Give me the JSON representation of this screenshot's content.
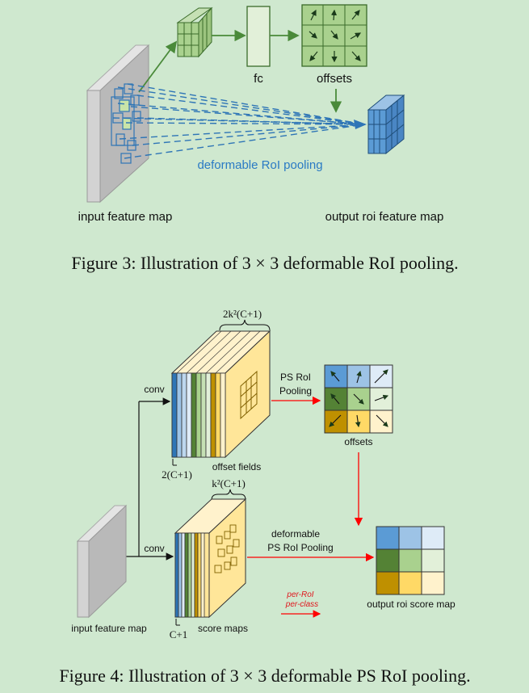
{
  "figure3": {
    "caption": "Figure 3: Illustration of 3 × 3 deformable RoI pooling.",
    "fc_label": "fc",
    "offsets_label": "offsets",
    "method_label": "deformable RoI pooling",
    "input_label": "input feature map",
    "output_label": "output roi feature map"
  },
  "figure4": {
    "caption": "Figure 4: Illustration of 3 × 3 deformable PS RoI pooling.",
    "top_dim_label": "2k²(C+1)",
    "conv_top_label": "conv",
    "conv_bottom_label": "conv",
    "ps_roi_label_line1": "PS RoI",
    "ps_roi_label_line2": "Pooling",
    "offsets_label": "offsets",
    "offset_dim_label": "2(C+1)",
    "offset_fields_label": "offset fields",
    "score_dim_top_label": "k²(C+1)",
    "deform_label_line1": "deformable",
    "deform_label_line2": "PS RoI Pooling",
    "per_roi_label": "per-RoI",
    "per_class_label": "per-class",
    "output_label": "output roi score map",
    "input_label": "input feature map",
    "score_dim_label": "C+1",
    "score_maps_label": "score maps"
  },
  "colors": {
    "background": "#cfe8cf",
    "green_grid": "#a9d18e",
    "blue_cube": "#5b9bd5",
    "dashed_blue": "#2e75b6",
    "red_arrow": "#ff0000",
    "yellow_map": "#ffe699"
  }
}
